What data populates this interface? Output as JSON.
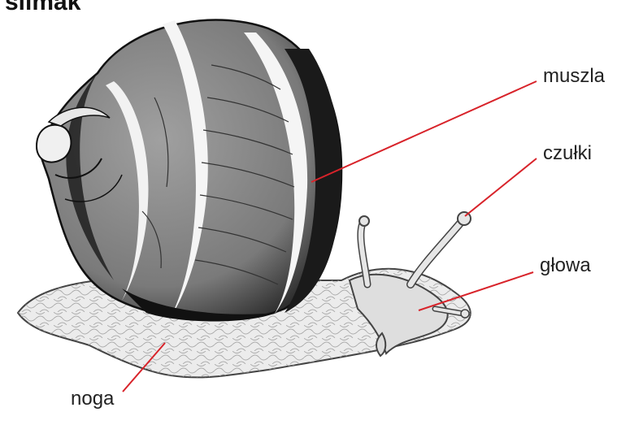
{
  "title": "ślimak",
  "labels": {
    "shell": "muszla",
    "tentacles": "czułki",
    "head": "głowa",
    "foot": "noga"
  },
  "colors": {
    "leader_line": "#d8232a",
    "shell_base": "#8c8c8c",
    "shell_dark": "#1a1a1a",
    "body_fill": "#ececec"
  }
}
